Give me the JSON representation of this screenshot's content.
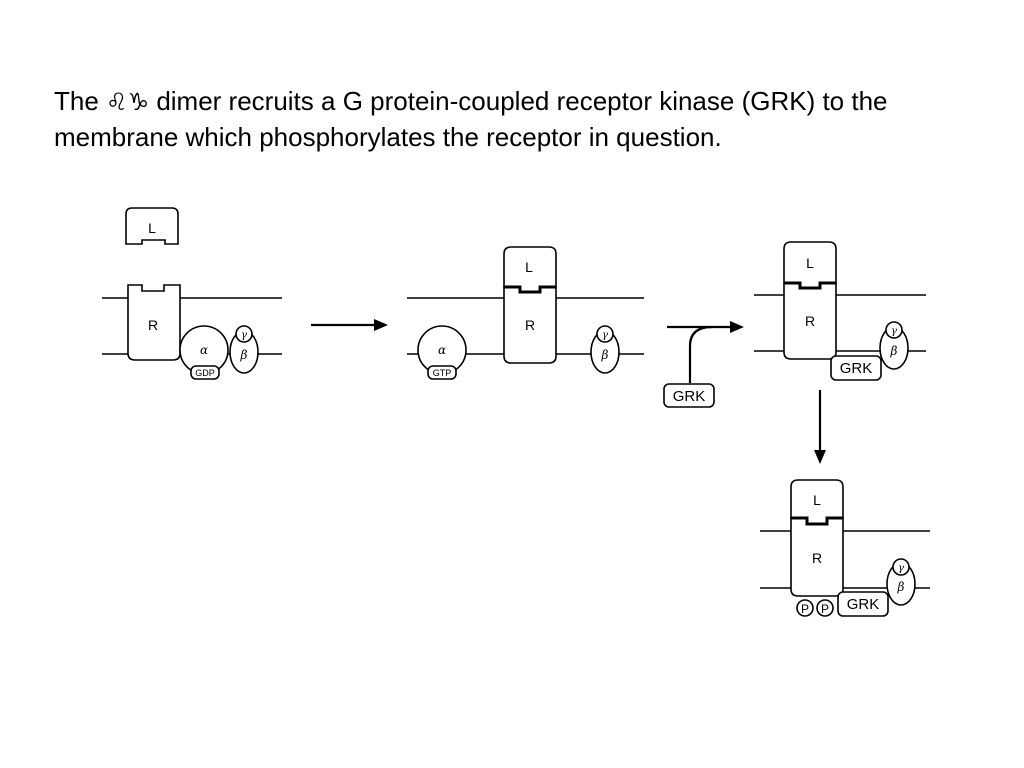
{
  "caption": {
    "word_the": "The",
    "glyph_beta": "♌",
    "glyph_gamma": "♑",
    "rest_line1": "dimer recruits a G protein-coupled receptor kinase (GRK) to the",
    "line2": "membrane which phosphorylates the receptor in question."
  },
  "labels": {
    "ligand": "L",
    "receptor": "R",
    "alpha": "α",
    "beta": "β",
    "gamma": "γ",
    "gdp": "GDP",
    "gtp": "GTP",
    "grk": "GRK",
    "phosphate": "P"
  }
}
